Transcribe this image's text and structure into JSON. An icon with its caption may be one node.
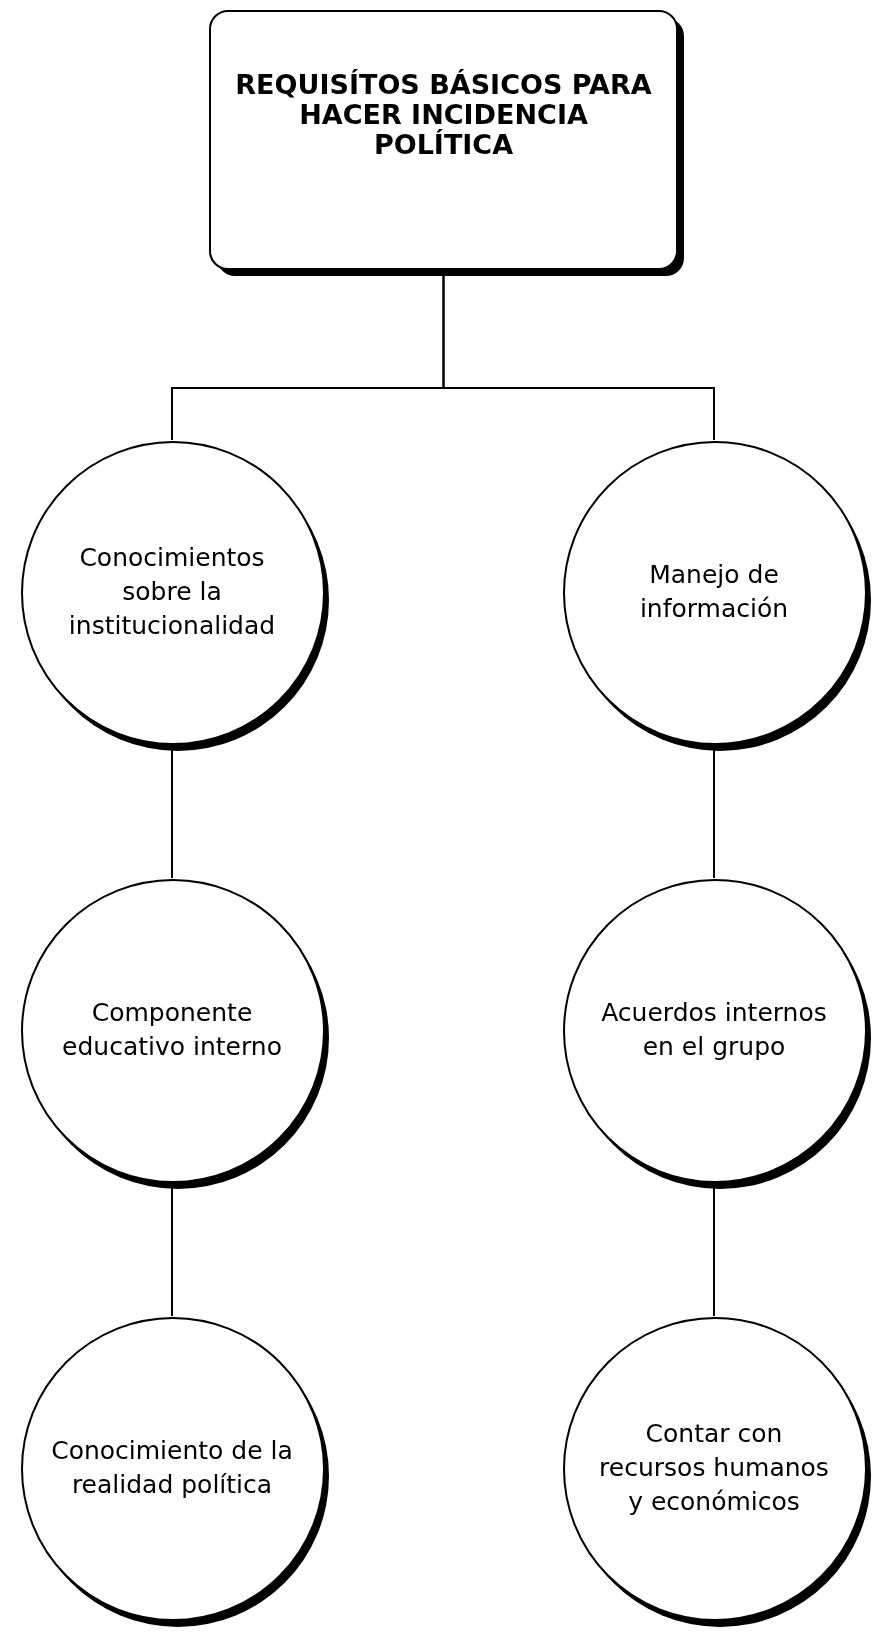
{
  "diagram": {
    "nodes": [
      {
        "text": [
          "REQUISÍTOS BÁSICOS PARA HACER INCIDENCIA POLÍTICA"
        ]
      },
      {
        "text": [
          "Conocimientos sobre la institucionalidad"
        ]
      },
      {
        "text": [
          "Manejo de información"
        ]
      },
      {
        "text": [
          "Componente educativo interno"
        ]
      },
      {
        "text": [
          "Acuerdos internos en el grupo"
        ]
      },
      {
        "text": [
          "Conocimiento de la realidad política"
        ]
      },
      {
        "text": [
          "Contar con recursos humanos y económicos"
        ]
      }
    ],
    "edges": [
      {
        "from": 0,
        "to": 1,
        "arrow": "none"
      },
      {
        "from": 0,
        "to": 2,
        "arrow": "none"
      },
      {
        "from": 1,
        "to": 3,
        "arrow": "none"
      },
      {
        "from": 3,
        "to": 5,
        "arrow": "none"
      },
      {
        "from": 2,
        "to": 4,
        "arrow": "none"
      },
      {
        "from": 4,
        "to": 6,
        "arrow": "none"
      }
    ]
  }
}
